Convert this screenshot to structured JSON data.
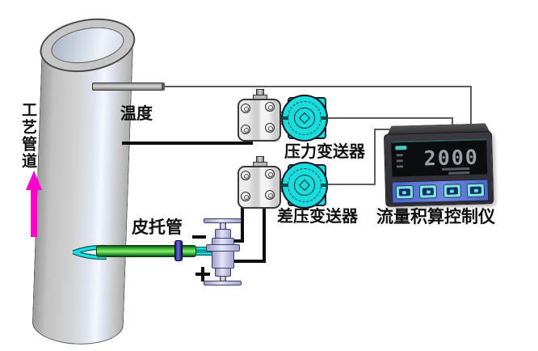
{
  "labels": {
    "process_pipe": "工艺管道",
    "temperature": "温度",
    "pressure_transmitter": "压力变送器",
    "dp_transmitter": "差压变送器",
    "pitot_tube": "皮托管",
    "flow_controller": "流量积算控制仪",
    "minus_sign": "−",
    "plus_sign": "+"
  },
  "controller": {
    "display_value": "2000"
  },
  "colors": {
    "transmitter_head": "#1bdcdc",
    "pitot_green": "#3aaf3a",
    "valve_lavender": "#c6c6ec",
    "flow_arrow_magenta": "#ff00cc",
    "button_band_blue": "#5a74d6",
    "button_face_cyan": "#7ce6de",
    "impulse_line": "#0d0d0d",
    "signal_line": "#5c5c5c"
  }
}
